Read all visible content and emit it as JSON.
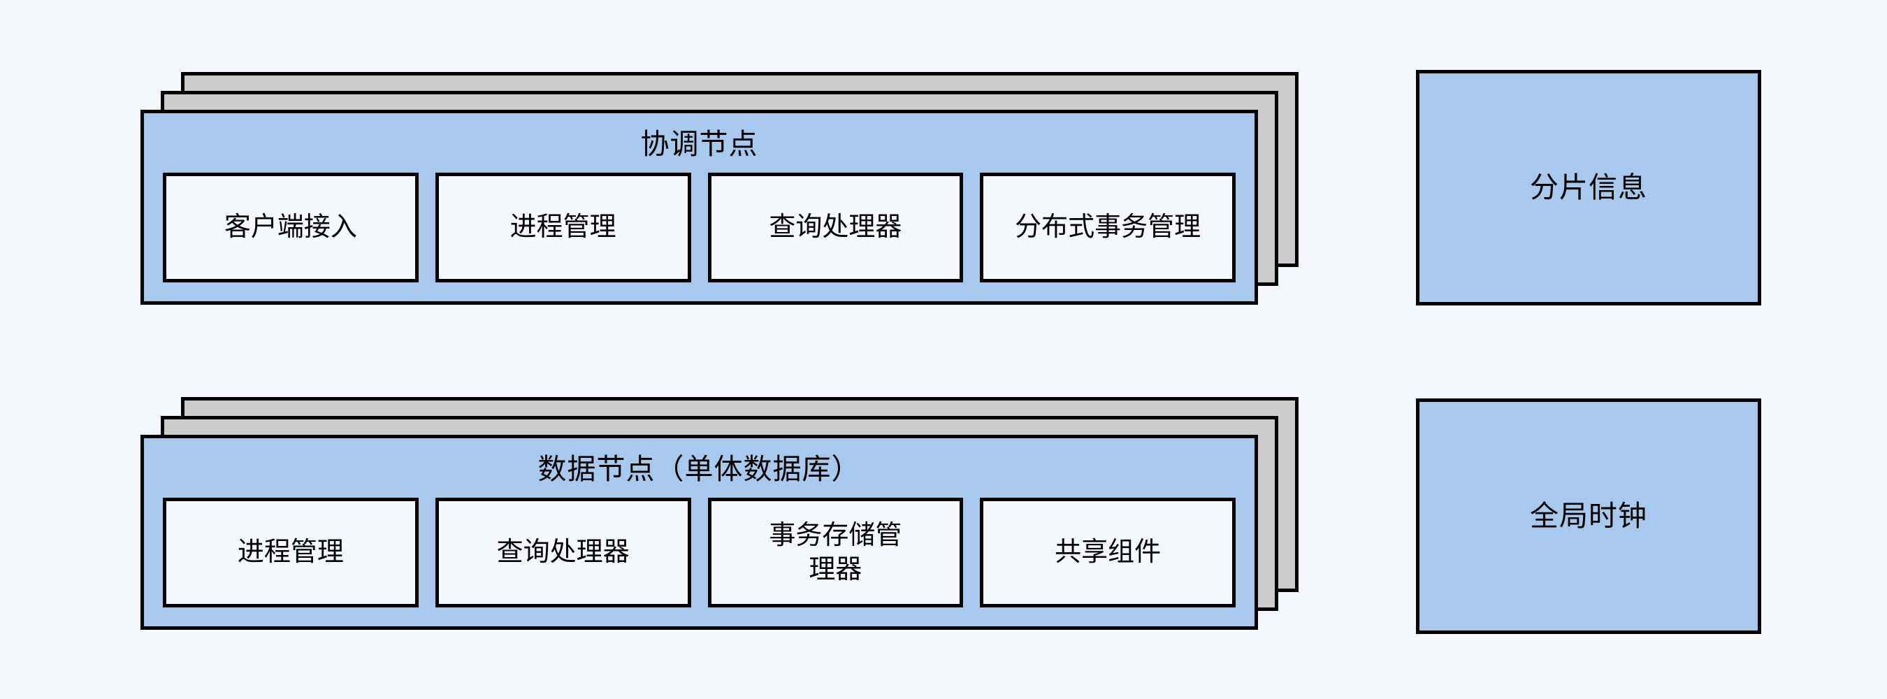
{
  "diagram": {
    "background_color": "#f4f8fd",
    "node_fill_color": "#a8c8ec",
    "stack_shadow_color": "#cccccc",
    "component_fill_color": "#f5f8fd",
    "border_color": "#000000"
  },
  "coordinator_node": {
    "title": "协调节点",
    "stack_layers": 3,
    "components": [
      {
        "label": "客户端接入"
      },
      {
        "label": "进程管理"
      },
      {
        "label": "查询处理器"
      },
      {
        "label": "分布式事务管理"
      }
    ]
  },
  "data_node": {
    "title": "数据节点（单体数据库）",
    "stack_layers": 3,
    "components": [
      {
        "label": "进程管理"
      },
      {
        "label": "查询处理器"
      },
      {
        "label": "事务存储管理器"
      },
      {
        "label": "共享组件"
      }
    ]
  },
  "side_panels": [
    {
      "label": "分片信息"
    },
    {
      "label": "全局时钟"
    }
  ]
}
